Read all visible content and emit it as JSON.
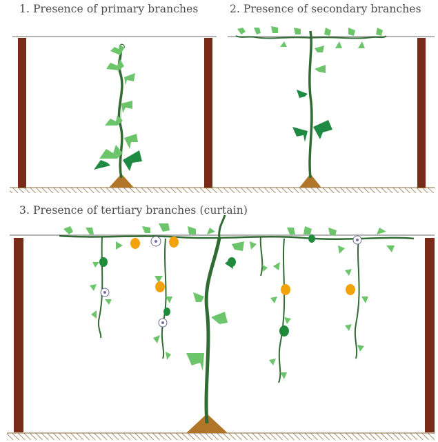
{
  "captions": {
    "panel1": "1. Presence of primary branches",
    "panel2": "2. Presence of secondary branches",
    "panel3": "3. Presence of  tertiary branches (curtain)"
  },
  "colors": {
    "post": "#7a2a18",
    "wire": "#9a9a9a",
    "stem": "#2f6b32",
    "leaf_light": "#6cc56a",
    "leaf_dark": "#1f8a42",
    "fruit_yellow": "#f2a20c",
    "fruit_green": "#1e8a3a",
    "mound": "#b07528",
    "ground_hatch": "#8a6a3a"
  }
}
